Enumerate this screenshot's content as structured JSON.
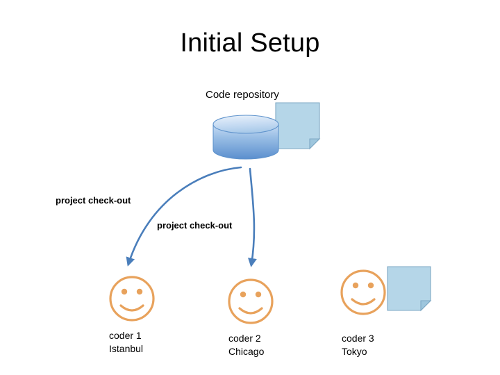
{
  "slide": {
    "title": "Initial Setup",
    "background_color": "#ffffff"
  },
  "repository": {
    "label": "Code repository",
    "cylinder_color_top": "#c7dcf3",
    "cylinder_color_bottom": "#4a7ebb",
    "note_color": "#b5d6e8"
  },
  "flows": [
    {
      "label": "project check-out",
      "from": "code-repository",
      "to": "coder-1"
    },
    {
      "label": "project check-out",
      "from": "code-repository",
      "to": "coder-2"
    }
  ],
  "arrow": {
    "color": "#4a7ebb"
  },
  "coders": [
    {
      "name": "coder 1",
      "city": "Istanbul",
      "face_color": "#e8a25c",
      "has_note": false
    },
    {
      "name": "coder 2",
      "city": "Chicago",
      "face_color": "#e8a25c",
      "has_note": false
    },
    {
      "name": "coder 3",
      "city": "Tokyo",
      "face_color": "#e8a25c",
      "has_note": true
    }
  ],
  "note": {
    "fill": "#b5d6e8",
    "stroke": "#7ea8c4"
  }
}
